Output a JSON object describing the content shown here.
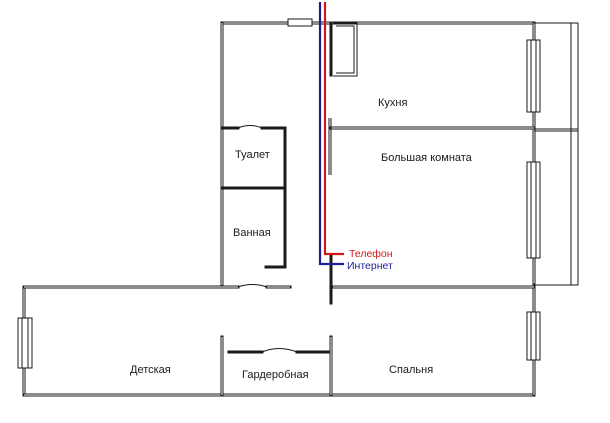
{
  "rooms": {
    "kitchen": "Кухня",
    "big_room": "Большая комната",
    "toilet": "Туалет",
    "bathroom": "Ванная",
    "kids_room": "Детская",
    "wardrobe": "Гардеробная",
    "bedroom": "Спальня"
  },
  "cables": {
    "phone": {
      "label": "Телефон",
      "color": "#d01818"
    },
    "internet": {
      "label": "Интернет",
      "color": "#1c1c9a"
    }
  }
}
